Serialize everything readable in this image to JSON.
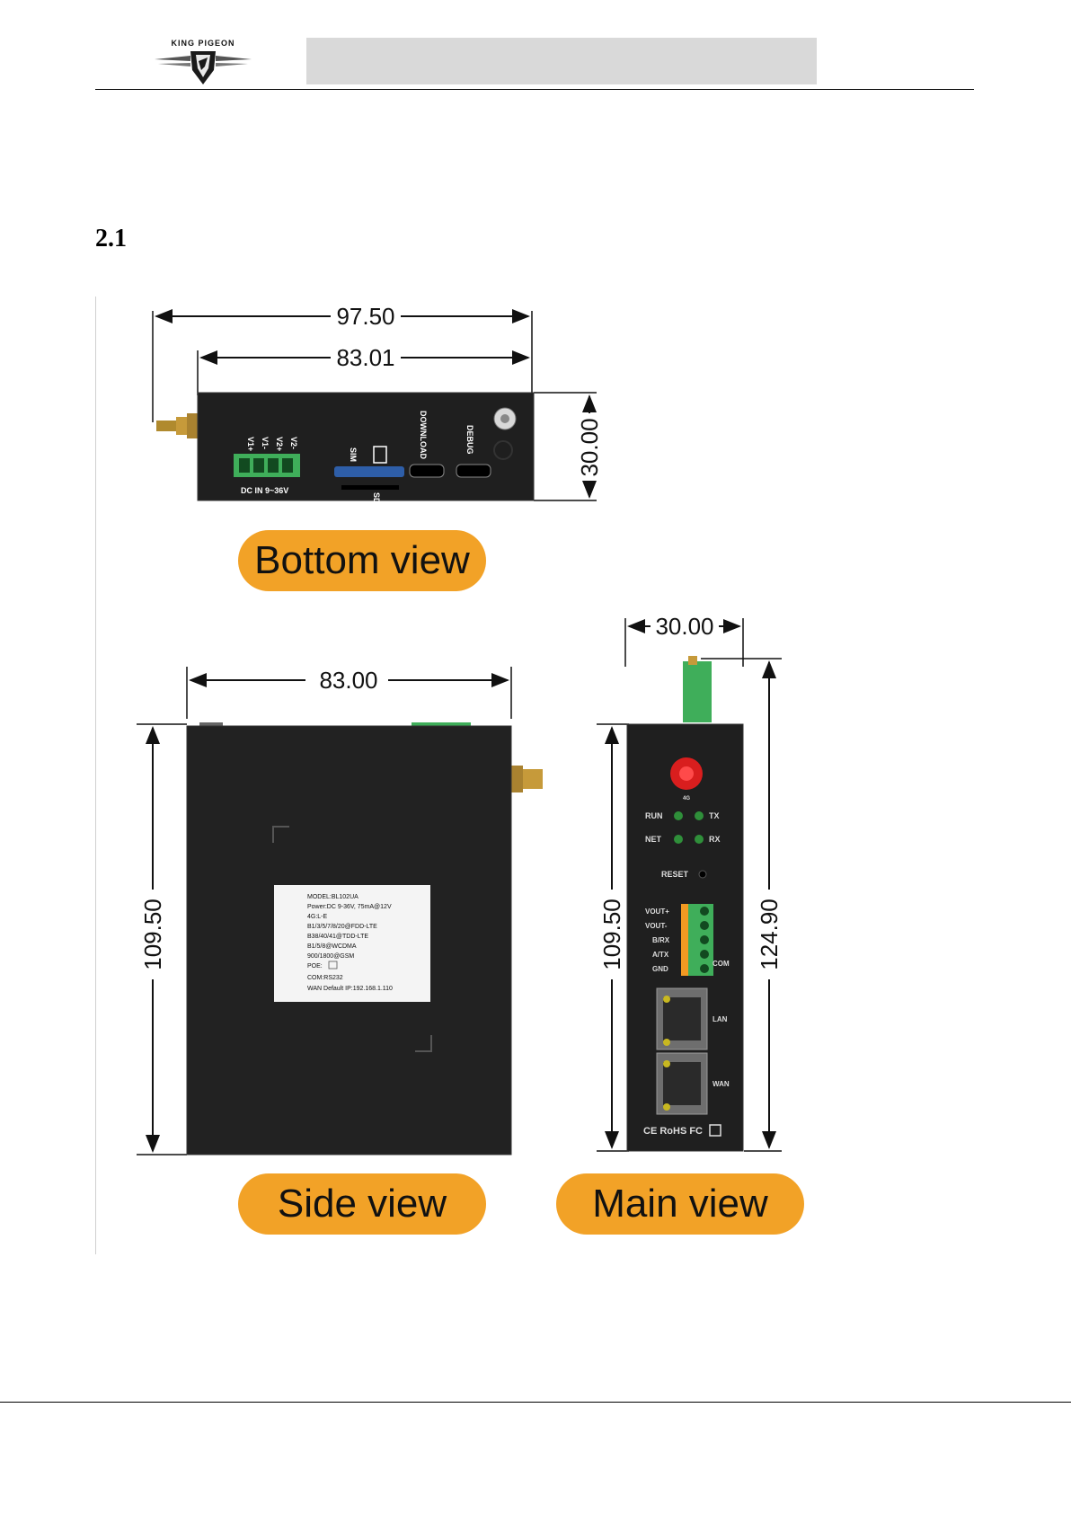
{
  "header": {
    "logo_text": "KING PIGEON"
  },
  "section_number": "2.1",
  "figure": {
    "bottom_view": {
      "label": "Bottom view",
      "dim_total_width": "97.50",
      "dim_body_width": "83.01",
      "dim_height": "30.00",
      "terminal_labels": [
        "V1+",
        "V1-",
        "V2+",
        "V2-"
      ],
      "power_label": "DC IN 9~36V",
      "sim_label": "SIM",
      "sd_label": "SD",
      "download_label": "DOWNLOAD",
      "debug_label": "DEBUG"
    },
    "side_view": {
      "label": "Side view",
      "dim_width": "83.00",
      "dim_height": "109.50",
      "sticker_lines": [
        "MODEL:BL102UA",
        "Power:DC 9-36V,  75mA@12V",
        "4G:L-E",
        "B1/3/5/7/8/20@FDD-LTE",
        "B38/40/41@TDD-LTE",
        "B1/5/8@WCDMA",
        "900/1800@GSM",
        "POE:",
        "COM:RS232",
        "WAN Default IP:192.168.1.110"
      ]
    },
    "main_view": {
      "label": "Main view",
      "dim_width": "30.00",
      "dim_height_body": "109.50",
      "dim_height_total": "124.90",
      "antenna_label": "4G",
      "led_labels": [
        "RUN",
        "TX",
        "NET",
        "RX"
      ],
      "reset_label": "RESET",
      "terminal_labels": [
        "VOUT+",
        "VOUT-",
        "B/RX",
        "A/TX",
        "GND"
      ],
      "com_label": "COM",
      "lan_label": "LAN",
      "wan_label": "WAN",
      "cert_label": "CE RoHS FC"
    }
  },
  "colors": {
    "device_body": "#1f1f1f",
    "badge": "#f2a227",
    "terminal_green": "#3fae5a",
    "led_green": "#2f8f3a",
    "antenna_red": "#d91e1e",
    "header_bar": "#d9d9d9"
  }
}
